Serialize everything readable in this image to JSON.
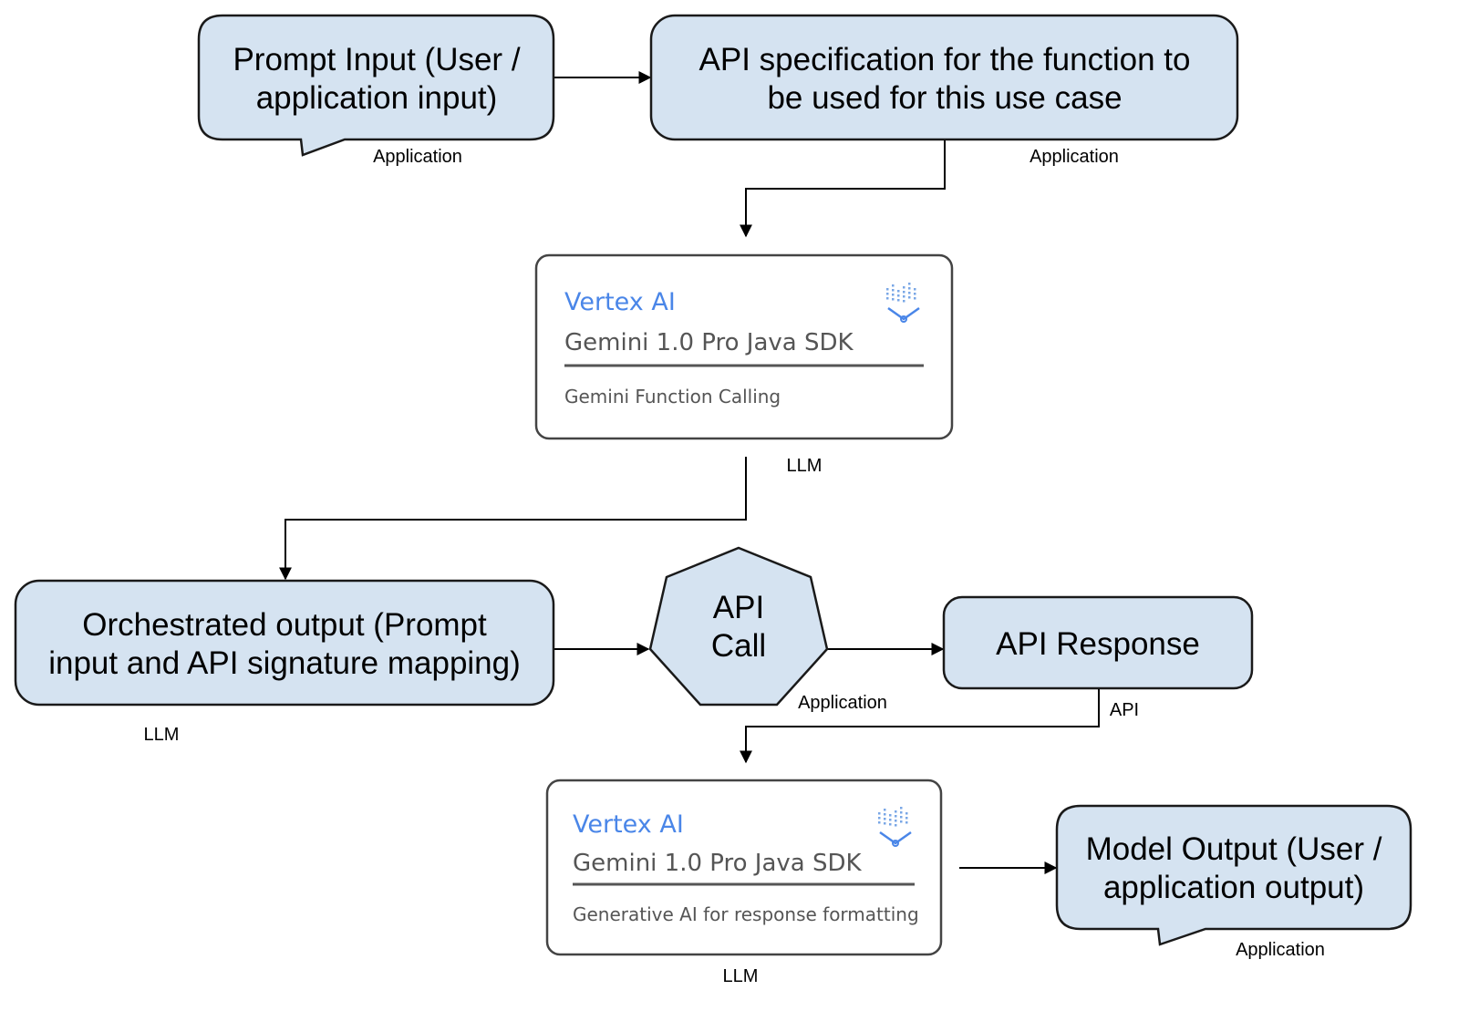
{
  "nodes": {
    "prompt_input": {
      "line1": "Prompt Input (User /",
      "line2": "application input)",
      "tag": "Application"
    },
    "api_spec": {
      "line1": "API specification for the function to",
      "line2": "be used for this use case",
      "tag": "Application"
    },
    "vertex_card_1": {
      "title": "Vertex AI",
      "product": "Gemini 1.0 Pro Java SDK",
      "subtitle": "Gemini Function Calling",
      "tag": "LLM"
    },
    "orchestrated_output": {
      "line1": "Orchestrated output (Prompt",
      "line2": "input and API signature mapping)",
      "tag": "LLM"
    },
    "api_call": {
      "line1": "API",
      "line2": "Call",
      "tag": "Application"
    },
    "api_response": {
      "label": "API Response",
      "tag": "API"
    },
    "vertex_card_2": {
      "title": "Vertex AI",
      "product": "Gemini 1.0 Pro Java SDK",
      "subtitle": "Generative AI for response formatting",
      "tag": "LLM"
    },
    "model_output": {
      "line1": "Model Output (User /",
      "line2": "application output)",
      "tag": "Application"
    }
  },
  "colors": {
    "node_fill": "#d5e3f1",
    "vertex_blue": "#4a86e8",
    "card_text": "#555555"
  },
  "icons": [
    "vertex-ai-icon"
  ]
}
